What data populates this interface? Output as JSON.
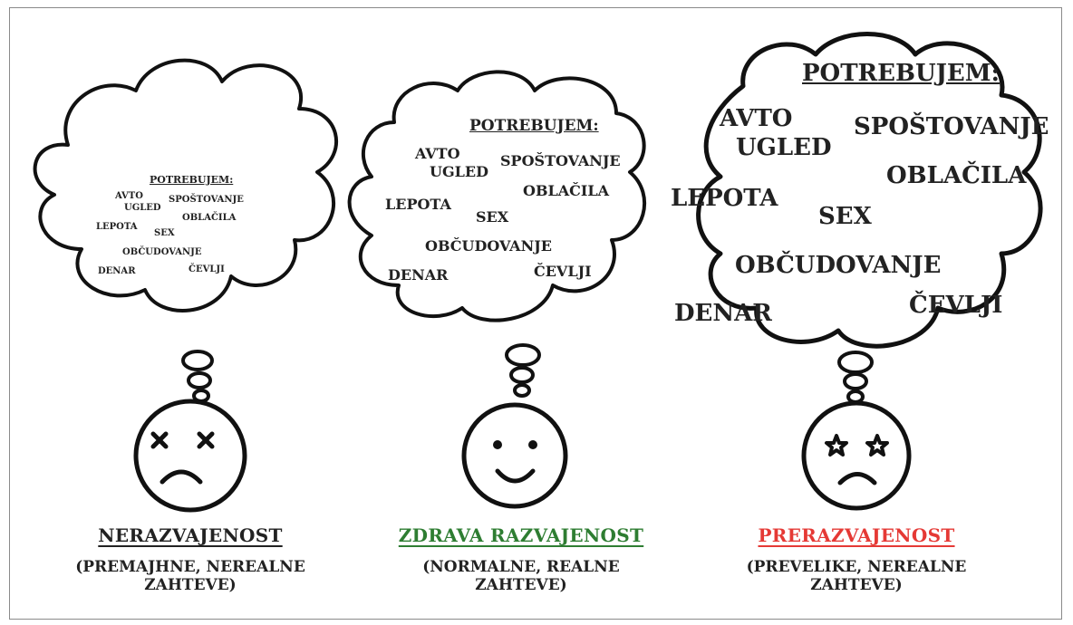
{
  "panels": [
    {
      "thought": {
        "header": "POTREBUJEM:",
        "words": [
          "AVTO",
          "UGLED",
          "SPOŠTOVANJE",
          "OBLAČILA",
          "LEPOTA",
          "SEX",
          "OBČUDOVANJE",
          "DENAR",
          "ČEVLJI"
        ]
      },
      "face_icon": "dizzy-x-eyes-face-icon",
      "title": "NERAZVAJENOST",
      "title_color": "#222222",
      "subtitle_line1": "(PREMAJHNE, NEREALNE",
      "subtitle_line2": "ZAHTEVE)"
    },
    {
      "thought": {
        "header": "POTREBUJEM:",
        "words": [
          "AVTO",
          "UGLED",
          "SPOŠTOVANJE",
          "OBLAČILA",
          "LEPOTA",
          "SEX",
          "OBČUDOVANJE",
          "DENAR",
          "ČEVLJI"
        ]
      },
      "face_icon": "smiling-face-icon",
      "title": "ZDRAVA RAZVAJENOST",
      "title_color": "#2e7d32",
      "subtitle_line1": "(NORMALNE, REALNE",
      "subtitle_line2": "ZAHTEVE)"
    },
    {
      "thought": {
        "header": "POTREBUJEM:",
        "words": [
          "AVTO",
          "UGLED",
          "SPOŠTOVANJE",
          "OBLAČILA",
          "LEPOTA",
          "SEX",
          "OBČUDOVANJE",
          "DENAR",
          "ČEVLJI"
        ]
      },
      "face_icon": "star-eyes-face-icon",
      "title": "PRERAZVAJENOST",
      "title_color": "#e53935",
      "subtitle_line1": "(PREVELIKE, NEREALNE",
      "subtitle_line2": "ZAHTEVE)"
    }
  ]
}
